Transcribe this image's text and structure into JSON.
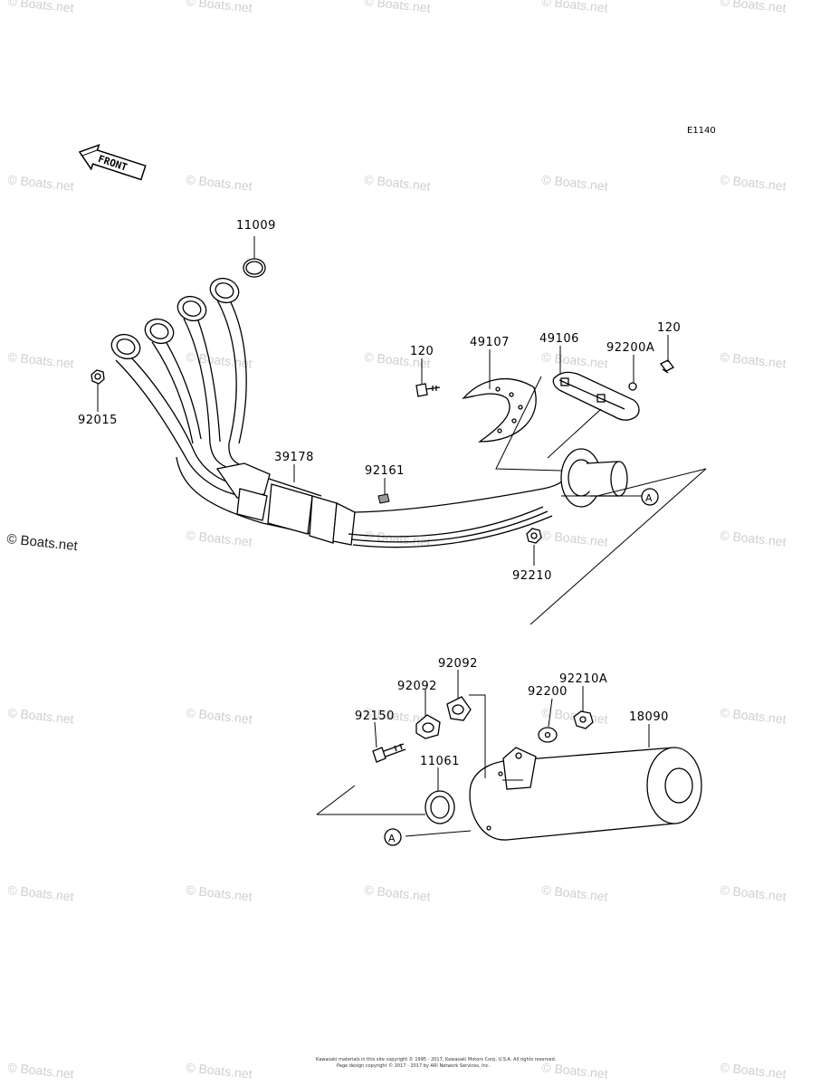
{
  "diagram": {
    "code": "E1140",
    "front_label": "FRONT",
    "copyright_line1": "Kawasaki materials in this site copyright © 1995 - 2017, Kawasaki Motors Corp, U.S.A. All rights reserved.",
    "copyright_line2": "Page design copyright © 2017 - 2017 by ARI Network Services, Inc.",
    "watermark": "© Boats.net",
    "ref_marker": "A",
    "parts": {
      "p11009": "11009",
      "p92015": "92015",
      "p39178": "39178",
      "p92161": "92161",
      "p120a": "120",
      "p49107": "49107",
      "p49106": "49106",
      "p92200A": "92200A",
      "p120b": "120",
      "p92210": "92210",
      "p92092a": "92092",
      "p92092b": "92092",
      "p92200": "92200",
      "p92210A": "92210A",
      "p18090": "18090",
      "p92150": "92150",
      "p11061": "11061"
    }
  }
}
